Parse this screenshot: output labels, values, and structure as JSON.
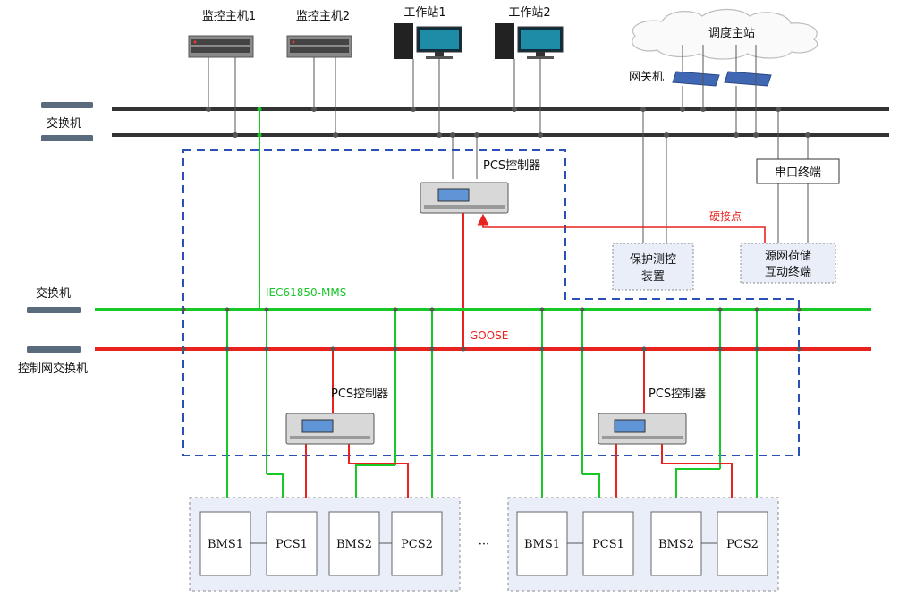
{
  "title": "",
  "labels": {
    "monitor1": "监控主机1",
    "monitor2": "监控主机2",
    "ws1": "工作站1",
    "ws2": "工作站2",
    "dispatch": "调度主站",
    "gateway": "网关机",
    "switch_top": "交换机",
    "switch_mid": "交换机",
    "switch_ctrl": "控制网交换机",
    "pcs_ctrl_top": "PCS控制器",
    "pcs_ctrl_left": "PCS控制器",
    "pcs_ctrl_right": "PCS控制器",
    "serial_terminal": "串口终端",
    "hard_contact": "硬接点",
    "protection": [
      "保护测控",
      "装置"
    ],
    "interaction": [
      "源网荷储",
      "互动终端"
    ],
    "iec": "IEC61850-MMS",
    "goose": "GOOSE",
    "ellipsis": "···"
  },
  "group_left": [
    "BMS1",
    "PCS1",
    "BMS2",
    "PCS2"
  ],
  "group_right": [
    "BMS1",
    "PCS1",
    "BMS2",
    "PCS2"
  ],
  "colors": {
    "mms_bus": "#18c826",
    "goose_bus": "#e8231f",
    "dashed_box": "#2a4fb5",
    "device_box_bg": "#e9eef8"
  }
}
